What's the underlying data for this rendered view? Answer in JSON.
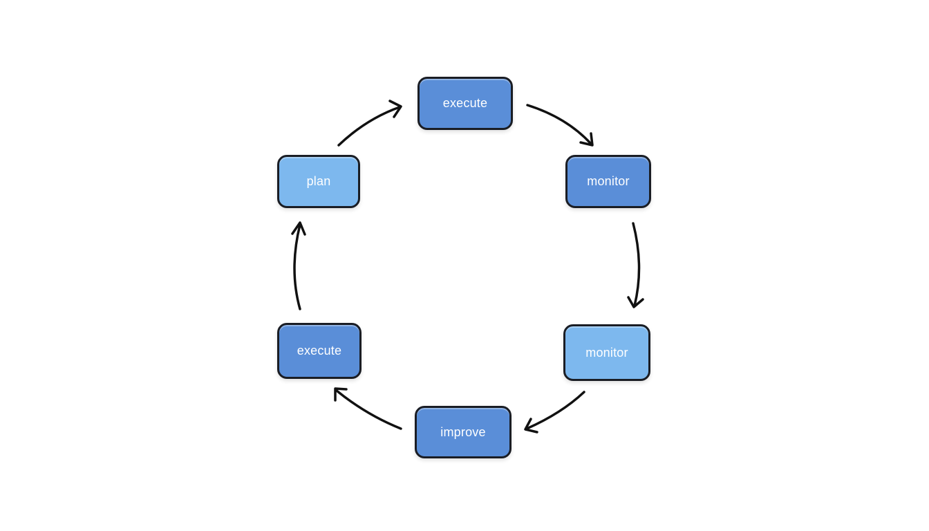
{
  "diagram": {
    "nodes": [
      {
        "id": "execute-top",
        "label": "execute"
      },
      {
        "id": "monitor-right",
        "label": "monitor"
      },
      {
        "id": "monitor-lower",
        "label": "monitor"
      },
      {
        "id": "improve",
        "label": "improve"
      },
      {
        "id": "execute-left",
        "label": "execute"
      },
      {
        "id": "plan",
        "label": "plan"
      }
    ],
    "edges": [
      {
        "from": "plan",
        "to": "execute-top"
      },
      {
        "from": "execute-top",
        "to": "monitor-right"
      },
      {
        "from": "monitor-right",
        "to": "monitor-lower"
      },
      {
        "from": "monitor-lower",
        "to": "improve"
      },
      {
        "from": "improve",
        "to": "execute-left"
      },
      {
        "from": "execute-left",
        "to": "plan"
      }
    ],
    "colors": {
      "node_dark": "#5a8ed8",
      "node_light": "#7db8ee",
      "border": "#1a1d24",
      "arrow": "#111111",
      "label": "#ffffff"
    }
  }
}
